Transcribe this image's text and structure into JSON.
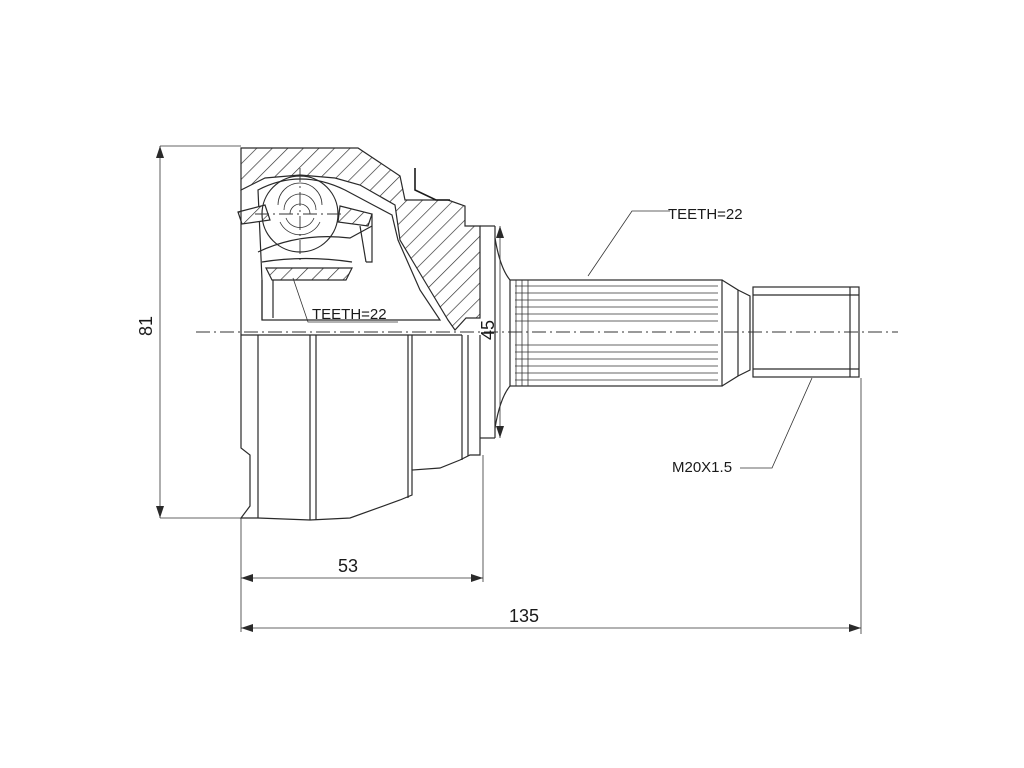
{
  "drawing": {
    "dimensions": {
      "overall_height": "81",
      "bore_diameter": "45",
      "housing_length": "53",
      "overall_length": "135"
    },
    "callouts": {
      "inner_teeth": "TEETH=22",
      "outer_teeth": "TEETH=22",
      "thread": "M20X1.5"
    }
  }
}
